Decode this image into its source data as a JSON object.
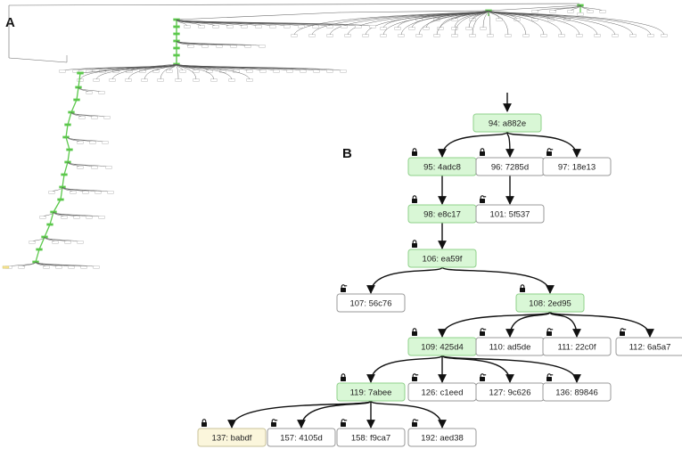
{
  "panels": {
    "a": {
      "label": "A"
    },
    "b": {
      "label": "B"
    }
  },
  "colors": {
    "active_fill": "#d9f7d6",
    "active_stroke": "#8fd08a",
    "inactive_fill": "#ffffff",
    "inactive_stroke": "#999999",
    "pending_fill": "#fbf6dc",
    "pending_stroke": "#c8c29a",
    "edge": "#111111",
    "overview_active": "#5cc84c"
  },
  "icons": {
    "lock": "lock-icon",
    "unlock": "unlock-icon"
  },
  "tree_b": {
    "nodes": [
      {
        "id": "94",
        "label": "94: a882e",
        "state": "active",
        "lock": "none"
      },
      {
        "id": "95",
        "label": "95: 4adc8",
        "state": "active",
        "lock": "locked"
      },
      {
        "id": "96",
        "label": "96: 7285d",
        "state": "inactive",
        "lock": "locked"
      },
      {
        "id": "97",
        "label": "97: 18e13",
        "state": "inactive",
        "lock": "unlocked"
      },
      {
        "id": "98",
        "label": "98: e8c17",
        "state": "active",
        "lock": "locked"
      },
      {
        "id": "101",
        "label": "101: 5f537",
        "state": "inactive",
        "lock": "unlocked"
      },
      {
        "id": "106",
        "label": "106: ea59f",
        "state": "active",
        "lock": "locked"
      },
      {
        "id": "107",
        "label": "107: 56c76",
        "state": "inactive",
        "lock": "unlocked"
      },
      {
        "id": "108",
        "label": "108: 2ed95",
        "state": "active",
        "lock": "locked"
      },
      {
        "id": "109",
        "label": "109: 425d4",
        "state": "active",
        "lock": "locked"
      },
      {
        "id": "110",
        "label": "110: ad5de",
        "state": "inactive",
        "lock": "unlocked"
      },
      {
        "id": "111",
        "label": "111: 22c0f",
        "state": "inactive",
        "lock": "unlocked"
      },
      {
        "id": "112",
        "label": "112: 6a5a7",
        "state": "inactive",
        "lock": "unlocked"
      },
      {
        "id": "119",
        "label": "119: 7abee",
        "state": "active",
        "lock": "locked"
      },
      {
        "id": "126",
        "label": "126: c1eed",
        "state": "inactive",
        "lock": "unlocked"
      },
      {
        "id": "127",
        "label": "127: 9c626",
        "state": "inactive",
        "lock": "unlocked"
      },
      {
        "id": "136",
        "label": "136: 89846",
        "state": "inactive",
        "lock": "unlocked"
      },
      {
        "id": "137",
        "label": "137: babdf",
        "state": "pending",
        "lock": "locked"
      },
      {
        "id": "157",
        "label": "157: 4105d",
        "state": "inactive",
        "lock": "unlocked"
      },
      {
        "id": "158",
        "label": "158: f9ca7",
        "state": "inactive",
        "lock": "unlocked"
      },
      {
        "id": "192",
        "label": "192: aed38",
        "state": "inactive",
        "lock": "unlocked"
      }
    ],
    "edges": [
      [
        "94",
        "95"
      ],
      [
        "94",
        "96"
      ],
      [
        "94",
        "97"
      ],
      [
        "95",
        "98"
      ],
      [
        "96",
        "101"
      ],
      [
        "98",
        "106"
      ],
      [
        "106",
        "107"
      ],
      [
        "106",
        "108"
      ],
      [
        "108",
        "109"
      ],
      [
        "108",
        "110"
      ],
      [
        "108",
        "111"
      ],
      [
        "108",
        "112"
      ],
      [
        "109",
        "119"
      ],
      [
        "109",
        "126"
      ],
      [
        "109",
        "127"
      ],
      [
        "109",
        "136"
      ],
      [
        "119",
        "137"
      ],
      [
        "119",
        "157"
      ],
      [
        "119",
        "158"
      ],
      [
        "119",
        "192"
      ]
    ]
  }
}
